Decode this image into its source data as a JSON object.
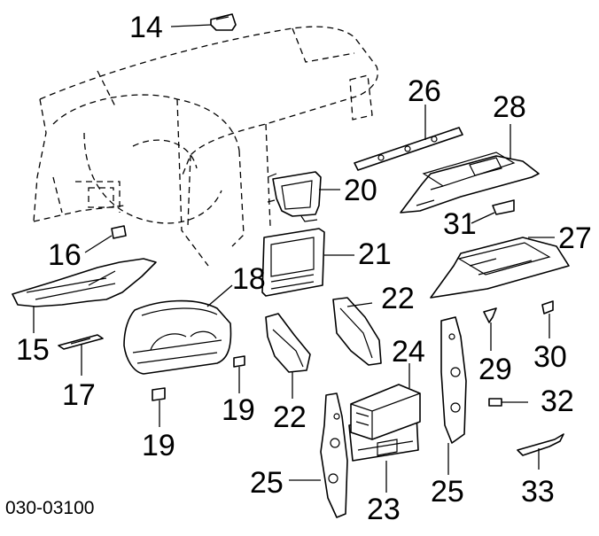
{
  "labels": {
    "p14": "14",
    "p15": "15",
    "p16": "16",
    "p17": "17",
    "p18": "18",
    "p19a": "19",
    "p19b": "19",
    "p20": "20",
    "p21": "21",
    "p22a": "22",
    "p22b": "22",
    "p23": "23",
    "p24": "24",
    "p25a": "25",
    "p25b": "25",
    "p26": "26",
    "p27": "27",
    "p28": "28",
    "p29": "29",
    "p30": "30",
    "p31": "31",
    "p32": "32",
    "p33": "33"
  },
  "diagram_code": "030-03100"
}
